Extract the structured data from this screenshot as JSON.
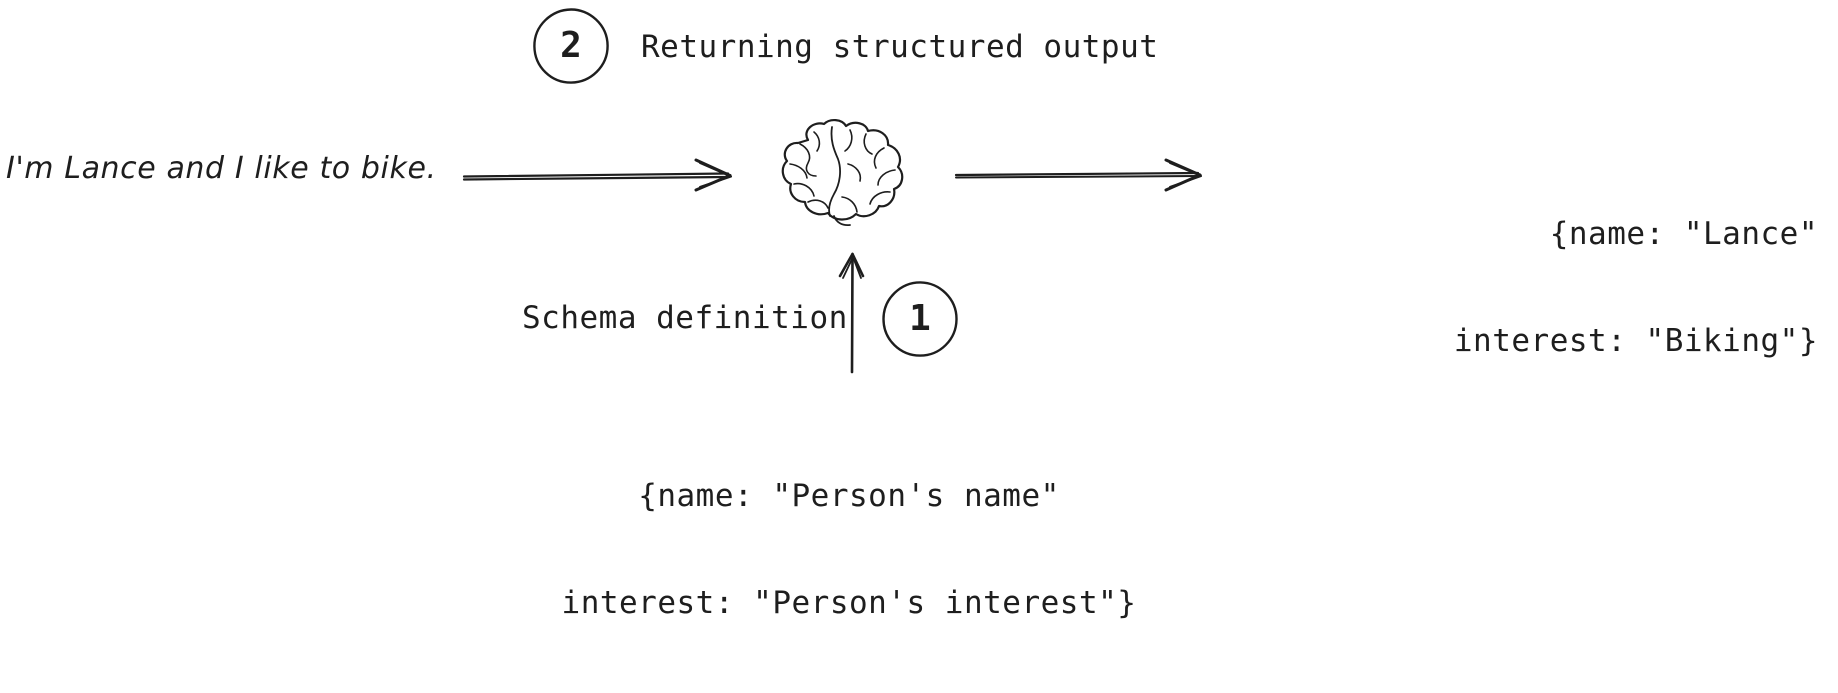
{
  "diagram": {
    "background_color": "#ffffff",
    "stroke_color": "#1e1e1e",
    "style": "hand-drawn"
  },
  "steps": [
    {
      "number": "1",
      "label": "Schema definition"
    },
    {
      "number": "2",
      "label": "Returning structured output"
    }
  ],
  "input": {
    "text": "I'm Lance and I like to bike."
  },
  "model": {
    "icon": "brain-icon"
  },
  "output": {
    "line1": "{name: \"Lance\"",
    "line2": "interest: \"Biking\"}"
  },
  "schema": {
    "line1": "{name: \"Person's name\"",
    "line2": "interest: \"Person's interest\"}"
  },
  "arrows": {
    "input_to_model": "arrow-right",
    "model_to_output": "arrow-right",
    "schema_to_model": "arrow-up"
  }
}
